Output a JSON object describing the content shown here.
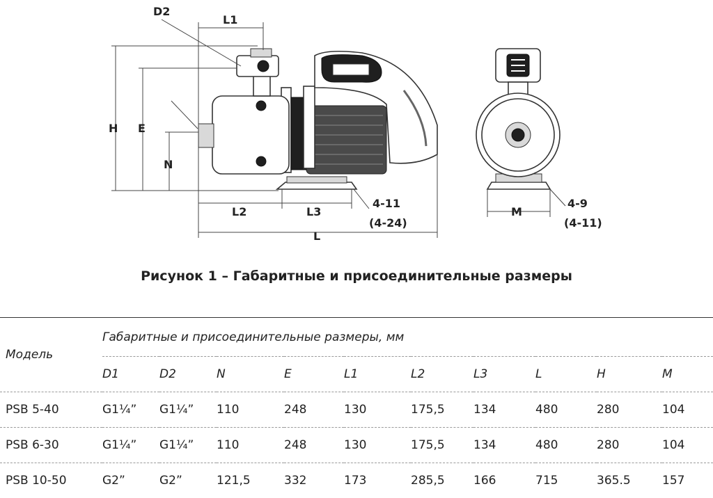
{
  "drawing": {
    "labels": {
      "d2": "D2",
      "l1": "L1",
      "h": "H",
      "e": "E",
      "n": "N",
      "l2": "L2",
      "l3": "L3",
      "l": "L",
      "bolt_side": "4-11",
      "bolt_side_alt": "(4-24)",
      "m": "M",
      "bolt_front": "4-9",
      "bolt_front_alt": "(4-11)"
    }
  },
  "caption": "Рисунок 1 – Габаритные и присоединительные размеры",
  "table": {
    "model_header": "Модель",
    "group_header": "Габаритные и присоединительные размеры, мм",
    "columns": [
      "D1",
      "D2",
      "N",
      "E",
      "L1",
      "L2",
      "L3",
      "L",
      "H",
      "M"
    ],
    "rows": [
      {
        "model": "PSB 5-40",
        "values": [
          "G1¼”",
          "G1¼”",
          "110",
          "248",
          "130",
          "175,5",
          "134",
          "480",
          "280",
          "104"
        ]
      },
      {
        "model": "PSB 6-30",
        "values": [
          "G1¼”",
          "G1¼”",
          "110",
          "248",
          "130",
          "175,5",
          "134",
          "480",
          "280",
          "104"
        ]
      },
      {
        "model": "PSB 10-50",
        "values": [
          "G2”",
          "G2”",
          "121,5",
          "332",
          "173",
          "285,5",
          "166",
          "715",
          "365.5",
          "157"
        ]
      }
    ]
  }
}
